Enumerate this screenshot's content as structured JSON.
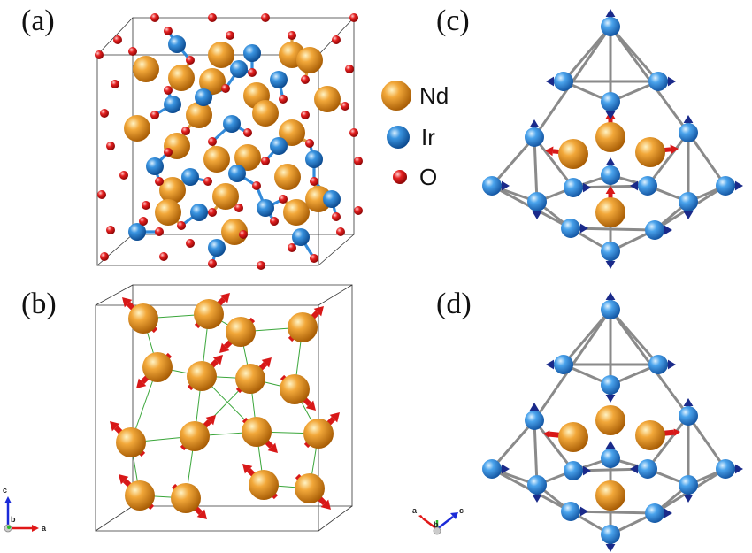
{
  "panels": {
    "a": "(a)",
    "b": "(b)",
    "c": "(c)",
    "d": "(d)"
  },
  "legend": [
    {
      "label": "Nd",
      "color": "#e8961e"
    },
    {
      "label": "Ir",
      "color": "#1e7fd6"
    },
    {
      "label": "O",
      "color": "#e01818"
    }
  ],
  "axes_left": {
    "c": "c",
    "b": "b",
    "a": "a"
  },
  "axes_right": {
    "a": "a",
    "b": "b",
    "c": "c"
  },
  "colors": {
    "nd": "#e8961e",
    "ir": "#1e7fd6",
    "o": "#e01818",
    "moment_ir": "#1a2a8a",
    "moment_nd": "#d81818",
    "bond": "#8a8a8a",
    "nd_link": "#3aa63a"
  }
}
